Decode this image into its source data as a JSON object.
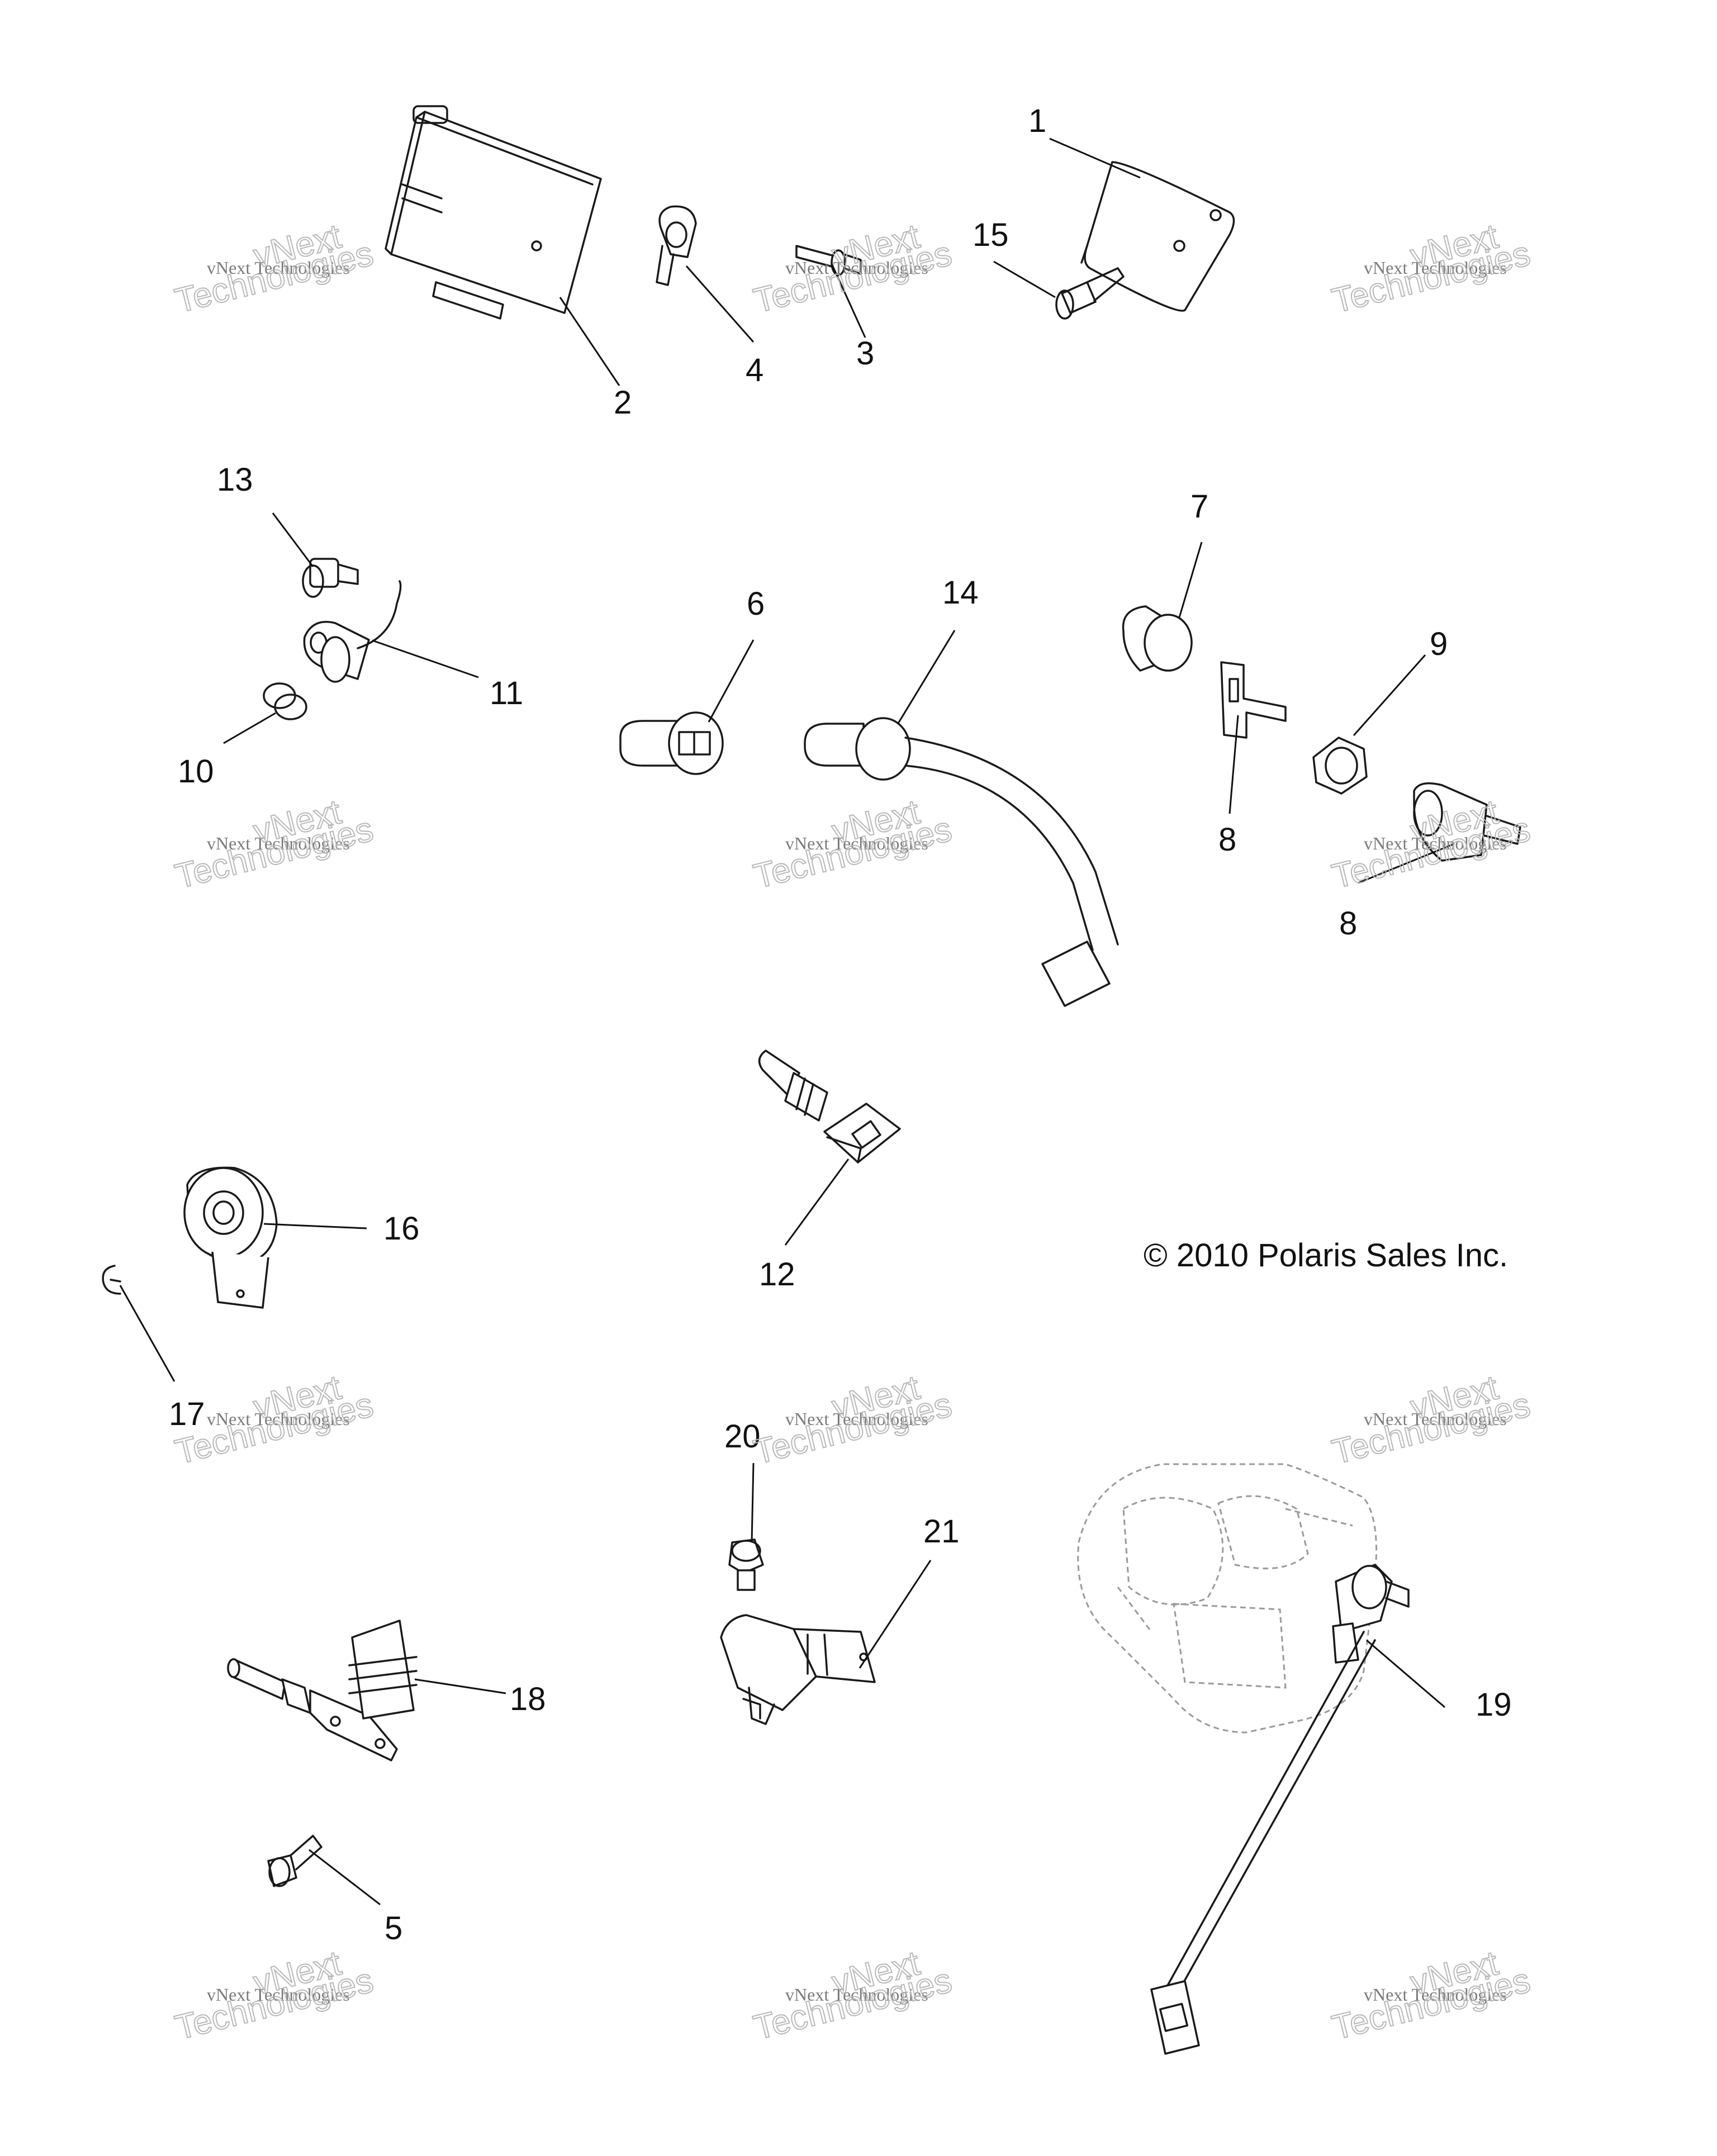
{
  "copyright": "© 2010 Polaris Sales Inc.",
  "watermark": {
    "line1": "vNext Technologies",
    "line2": "vNext",
    "line3": "Technologies"
  },
  "callouts": [
    "1",
    "2",
    "3",
    "4",
    "5",
    "6",
    "7",
    "8",
    "8",
    "9",
    "10",
    "11",
    "12",
    "13",
    "14",
    "15",
    "16",
    "17",
    "18",
    "19",
    "20",
    "21"
  ]
}
